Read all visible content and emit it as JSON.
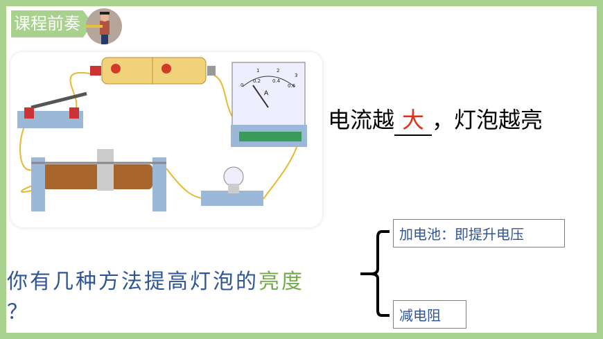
{
  "header": {
    "tag": "课程前奏"
  },
  "statement": {
    "prefix": "电流越",
    "answer": "大",
    "suffix": "，灯泡越亮"
  },
  "question": {
    "main": "你有几种方法提高灯泡的",
    "highlight": "亮度",
    "mark": "？"
  },
  "methods": [
    {
      "label": "加电池：即提升电压"
    },
    {
      "label": "减电阻"
    }
  ],
  "meter": {
    "unit": "A",
    "ticks": [
      "0",
      "0.2",
      "0.4",
      "0.6"
    ],
    "top_ticks": [
      "1",
      "2",
      "3"
    ]
  },
  "colors": {
    "border": "#a9d18e",
    "blue": "#2f5597",
    "green": "#70ad47",
    "red": "#e03020"
  }
}
